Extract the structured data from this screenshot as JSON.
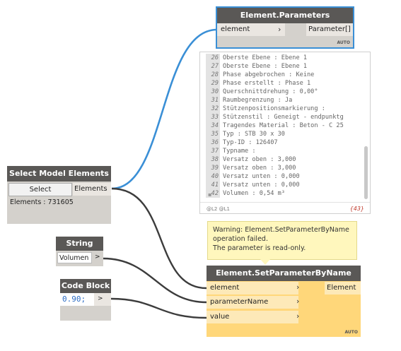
{
  "nodes": {
    "element_parameters": {
      "title": "Element.Parameters",
      "input": "element",
      "output": "Parameter[]",
      "lacing": "AUTO"
    },
    "select_model_elements": {
      "title": "Select Model Elements",
      "button": "Select",
      "output": "Elements",
      "status": "Elements : 731605"
    },
    "string": {
      "title": "String",
      "value": "Volumen",
      "output_arrow": ">"
    },
    "code_block": {
      "title": "Code Block",
      "code": "0.90;",
      "output_arrow": ">"
    },
    "set_parameter": {
      "title": "Element.SetParameterByName",
      "inputs": [
        "element",
        "parameterName",
        "value"
      ],
      "output": "Element",
      "lacing": "AUTO"
    }
  },
  "watch": {
    "lines": [
      {
        "i": "26",
        "t": "Oberste Ebene : Ebene 1"
      },
      {
        "i": "27",
        "t": "Oberste Ebene : Ebene 1"
      },
      {
        "i": "28",
        "t": "Phase abgebrochen : Keine"
      },
      {
        "i": "29",
        "t": "Phase erstellt : Phase 1"
      },
      {
        "i": "30",
        "t": "Querschnittdrehung : 0,00°"
      },
      {
        "i": "31",
        "t": "Raumbegrenzung : Ja"
      },
      {
        "i": "32",
        "t": "Stützenpositionsmarkierung :"
      },
      {
        "i": "33",
        "t": "Stützenstil : Geneigt - endpunktg"
      },
      {
        "i": "34",
        "t": "Tragendes Material : Beton - C 25"
      },
      {
        "i": "35",
        "t": "Typ : STB 30 x 30"
      },
      {
        "i": "36",
        "t": "Typ-ID : 126407"
      },
      {
        "i": "37",
        "t": "Typname :"
      },
      {
        "i": "38",
        "t": "Versatz oben : 3,000"
      },
      {
        "i": "39",
        "t": "Versatz oben : 3,000"
      },
      {
        "i": "40",
        "t": "Versatz unten : 0,000"
      },
      {
        "i": "41",
        "t": "Versatz unten : 0,000"
      },
      {
        "i": "42",
        "t": "Volumen : 0,54 m³"
      }
    ],
    "levels": "@L2 @L1",
    "count": "{43}"
  },
  "warning": {
    "lines": [
      "Warning: Element.SetParameterByName",
      "operation failed.",
      "The parameter is read-only."
    ]
  },
  "colors": {
    "node_header": "#5a5856",
    "node_body": "#d4d1cc",
    "selected_border": "#3a8fd6",
    "warning_body": "#ffd77a",
    "warning_bubble": "#fff7bd",
    "wire": "#3c3c3c",
    "selected_wire": "#3a8fd6",
    "code_number": "#2b6cc4"
  }
}
